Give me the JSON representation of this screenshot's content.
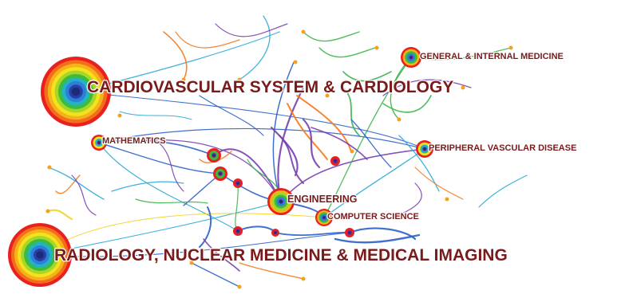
{
  "palette": {
    "label_color": "#7a1a1a",
    "ring_colors": [
      "#e8201e",
      "#f46d1b",
      "#f6b21a",
      "#f3e21c",
      "#a6d62a",
      "#3dbb3c",
      "#23b3c4",
      "#2e7fd6",
      "#283fa8",
      "#6a2c9a"
    ],
    "link_colors": [
      "#2b5fc9",
      "#f47a1e",
      "#3cb54a",
      "#7a3fb0",
      "#2aa9d8",
      "#f2d21c",
      "#e8412c"
    ]
  },
  "nodes": [
    {
      "id": "cardio",
      "label": "CARDIOVASCULAR SYSTEM & CARDIOLOGY",
      "rings": 10
    },
    {
      "id": "radiology",
      "label": "RADIOLOGY, NUCLEAR MEDICINE & MEDICAL IMAGING",
      "rings": 10
    },
    {
      "id": "general",
      "label": "GENERAL & INTERNAL MEDICINE",
      "rings": 5
    },
    {
      "id": "peripheral",
      "label": "PERIPHERAL VASCULAR DISEASE",
      "rings": 4
    },
    {
      "id": "mathematics",
      "label": "MATHEMATICS",
      "rings": 4
    },
    {
      "id": "engineering",
      "label": "ENGINEERING",
      "rings": 6
    },
    {
      "id": "cs",
      "label": "COMPUTER SCIENCE",
      "rings": 5
    },
    {
      "id": "n1",
      "label": "",
      "rings": 3
    },
    {
      "id": "n2",
      "label": "",
      "rings": 3
    },
    {
      "id": "n3",
      "label": "",
      "rings": 2
    },
    {
      "id": "n4",
      "label": "",
      "rings": 2
    },
    {
      "id": "n5",
      "label": "",
      "rings": 2
    },
    {
      "id": "n6",
      "label": "",
      "rings": 2
    },
    {
      "id": "n7",
      "label": "",
      "rings": 2
    }
  ]
}
